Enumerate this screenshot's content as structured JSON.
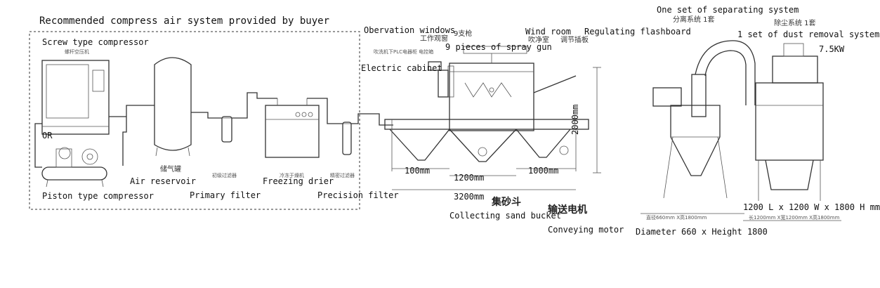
{
  "title": "Recommended compress air system provided by buyer",
  "labels": {
    "screw_compressor": "Screw type compressor",
    "or": "OR",
    "piston_compressor": "Piston type compressor",
    "air_reservoir": "Air reservoir",
    "primary_filter": "Primary filter",
    "freezing_drier": "Freezing drier",
    "precision_filter": "Precision filter",
    "observation_windows": "Obervation windows",
    "spray_guns": "9 pieces of spray gun",
    "electric_cabinet": "Electric cabinet",
    "wind_room": "Wind room",
    "regulating_flashboard": "Regulating flashboard",
    "collecting_bucket": "Collecting sand bucket",
    "conveying_motor": "Conveying motor",
    "separating_system": "One set of separating system",
    "dust_removal": "1 set of dust removal system",
    "dust_dims": "1200 L x 1200 W x 1800 H mm",
    "separator_dims": "Diameter 660 x Height 1800"
  },
  "chinese": {
    "screw_plate": "螺杆空压机",
    "air_tank": "储气罐",
    "primary_filter": "初级过滤器",
    "drier": "冷冻干燥机",
    "precision_filter": "精密过滤器",
    "obs_window": "工作观窗",
    "nine_guns": "9支枪",
    "wind_room": "吹净室",
    "flashboard": "调节插板",
    "cabinet": "电控箱",
    "sand_bucket": "集砂斗",
    "conveyor_motor": "输送电机",
    "separating": "分离系统 1套",
    "dust": "除尘系统 1套",
    "separator_plate": "直径660mm X高1800mm",
    "dust_plate": "长1200mm X宽1200mm X高1800mm",
    "panel_small": "吹洗机下PLC电器柜 电控箱"
  },
  "dimensions": {
    "left_section": "100mm",
    "middle_section": "1200mm",
    "right_section": "1000mm",
    "total_length": "3200mm",
    "height": "2000mm",
    "motor_power": "7.5KW"
  },
  "colors": {
    "line": "#333333",
    "text": "#111111",
    "background": "#ffffff"
  }
}
